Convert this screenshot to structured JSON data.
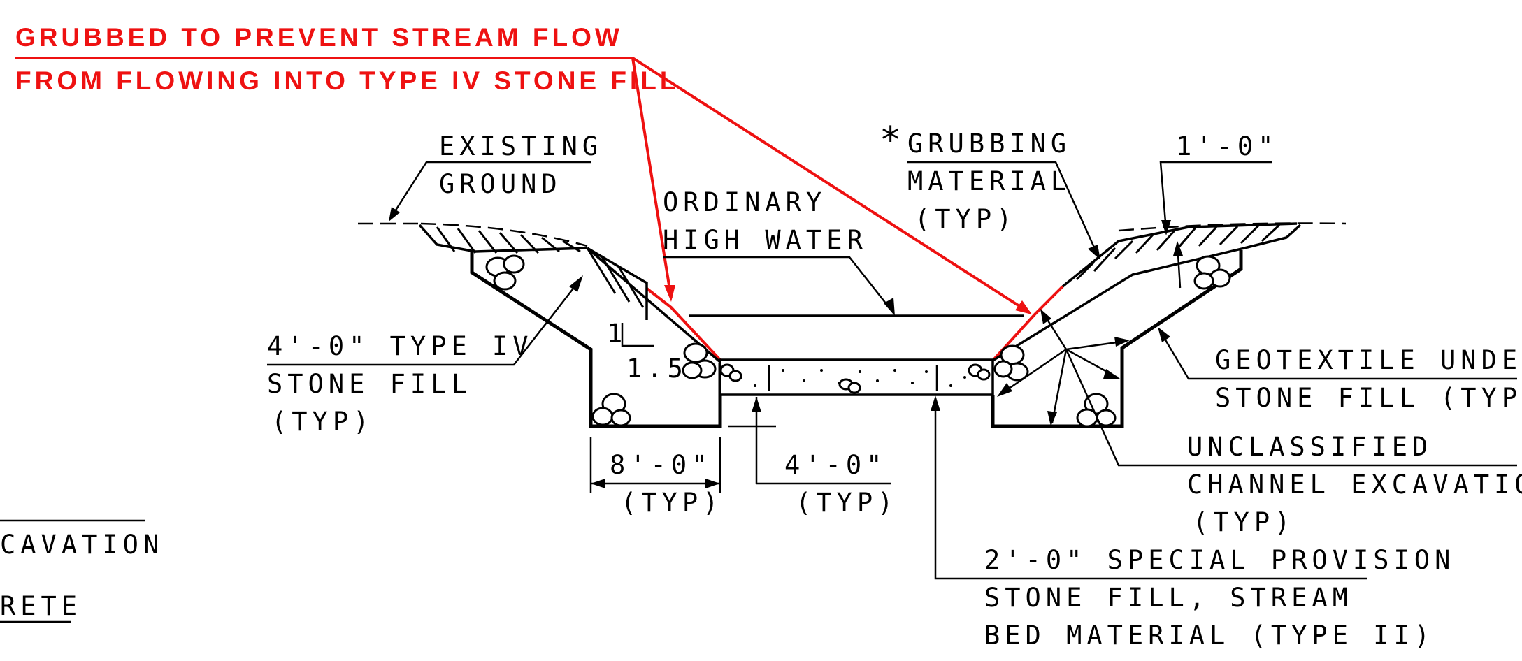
{
  "diagram": {
    "note_red_line1": "GRUBBED TO PREVENT STREAM FLOW",
    "note_red_line2": "FROM FLOWING INTO TYPE IV STONE FILL",
    "existing_ground_1": "EXISTING",
    "existing_ground_2": "GROUND",
    "grubbing_marker": "*",
    "grubbing_1": "GRUBBING",
    "grubbing_2": "MATERIAL",
    "grubbing_3": "(TYP)",
    "dim_one_foot": "1'-0\"",
    "ordinary_1": "ORDINARY",
    "ordinary_2": "HIGH WATER",
    "stone_fill_1": "4'-0\" TYPE IV",
    "stone_fill_2": "STONE FILL",
    "stone_fill_3": "(TYP)",
    "slope_rise": "1",
    "slope_run": "1.5",
    "dim_8ft": "8'-0\"",
    "dim_8ft_typ": "(TYP)",
    "dim_4ft": "4'-0\"",
    "dim_4ft_typ": "(TYP)",
    "geotextile_1": "GEOTEXTILE UNDER",
    "geotextile_2": "STONE FILL (TYP)",
    "unclassified_1": "UNCLASSIFIED",
    "unclassified_2": "CHANNEL EXCAVATION",
    "unclassified_3": "(TYP)",
    "special_1": "2'-0\" SPECIAL PROVISION",
    "special_2": "STONE FILL, STREAM",
    "special_3": "BED MATERIAL (TYPE II)",
    "legend_excavation": "CAVATION",
    "legend_concrete": "RETE"
  },
  "colors": {
    "annotation_red": "#ee1111",
    "linework": "#000000"
  }
}
